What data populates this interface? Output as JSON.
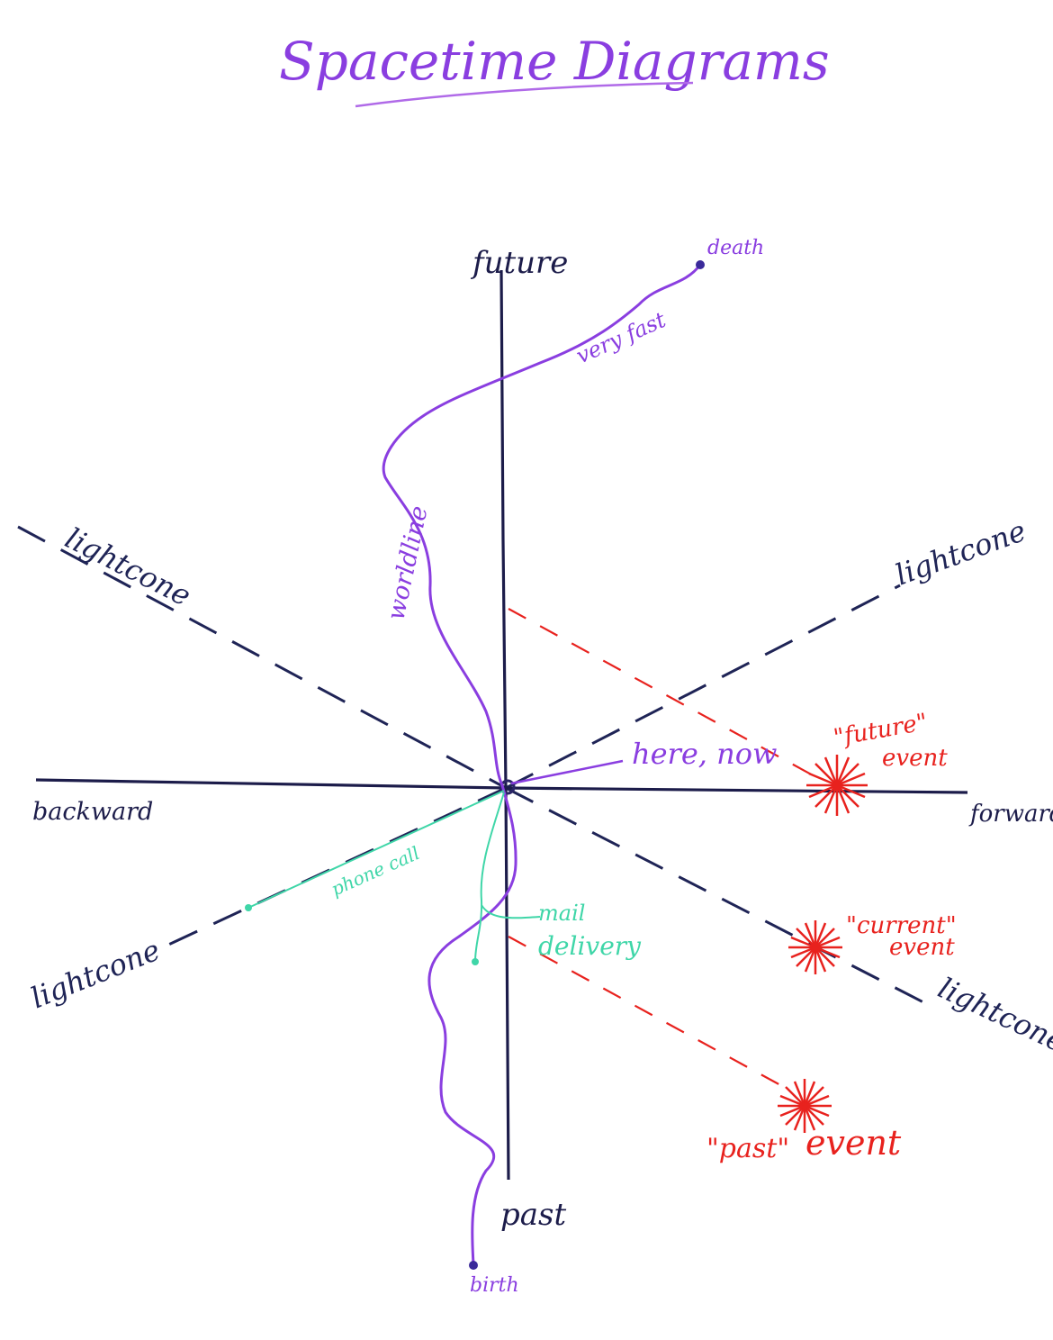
{
  "title": "Spacetime Diagrams",
  "axes": {
    "time_top": "future",
    "time_bottom": "past",
    "space_left": "backward",
    "space_right": "forward"
  },
  "light_cones": [
    "lightcone",
    "lightcone",
    "lightcone",
    "lightcone"
  ],
  "worldline": {
    "label": "worldline",
    "start": "birth",
    "end": "death",
    "segment_note": "very fast"
  },
  "origin_label": "here, now",
  "signals": {
    "phone": "phone call",
    "mail_line1": "mail",
    "mail_line2": "delivery"
  },
  "events": {
    "future_q": "\"future\"",
    "future_w": "event",
    "current_q": "\"current\"",
    "current_w": "event",
    "past_q": "\"past\"",
    "past_w": "event"
  },
  "colors": {
    "axis": "#1c1c4a",
    "lightcone": "#1f2456",
    "worldline": "#8a3ee0",
    "title": "#8a3ee0",
    "signal": "#3fd6a8",
    "event": "#e8221e"
  }
}
